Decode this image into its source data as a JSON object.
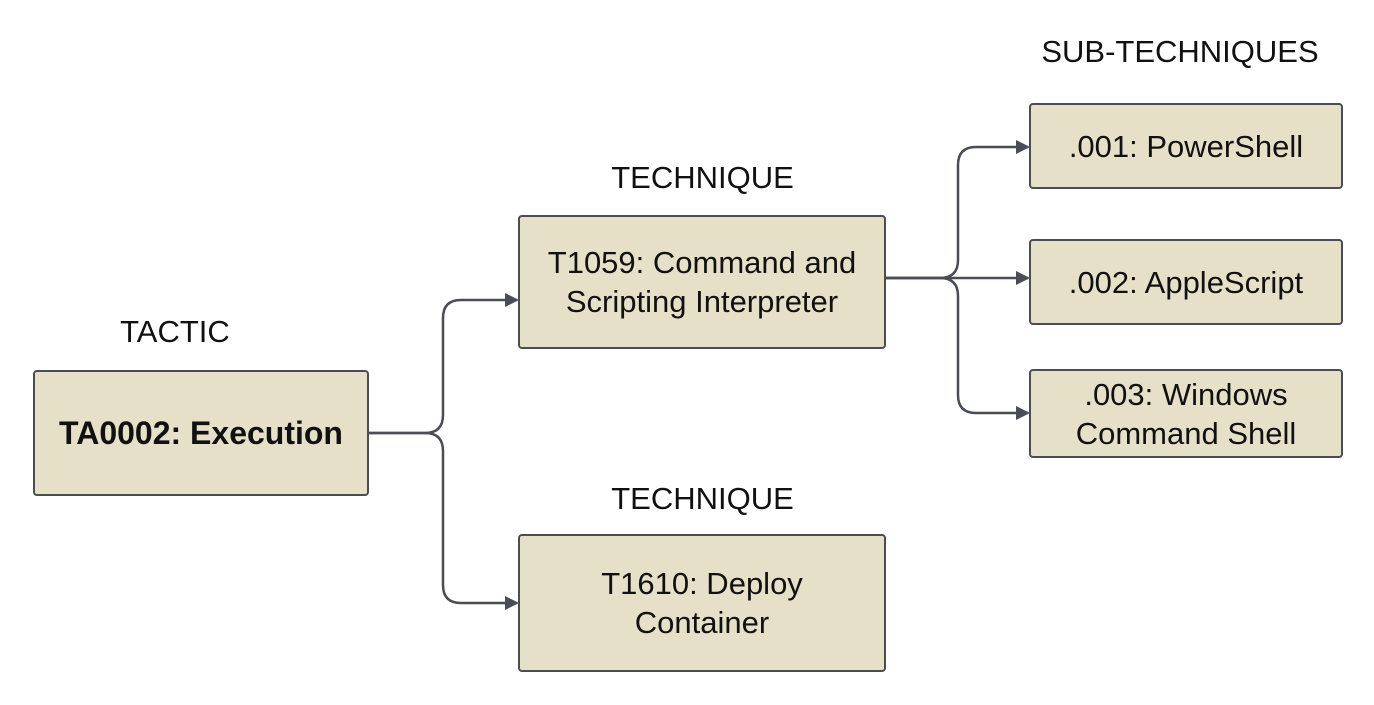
{
  "labels": {
    "tactic": "TACTIC",
    "technique_1": "TECHNIQUE",
    "technique_2": "TECHNIQUE",
    "sub_techniques": "SUB-TECHNIQUES"
  },
  "nodes": {
    "tactic": {
      "line1": "TA0002: Execution"
    },
    "technique_1059": {
      "line1": "T1059: Command and",
      "line2": "Scripting Interpreter"
    },
    "technique_1610": {
      "line1": "T1610: Deploy",
      "line2": "Container"
    },
    "sub_001": {
      "line1": ".001: PowerShell"
    },
    "sub_002": {
      "line1": ".002: AppleScript"
    },
    "sub_003": {
      "line1": ".003: Windows",
      "line2": "Command Shell"
    }
  },
  "colors": {
    "node_fill": "#e6e0c8",
    "stroke": "#4a4d55"
  }
}
